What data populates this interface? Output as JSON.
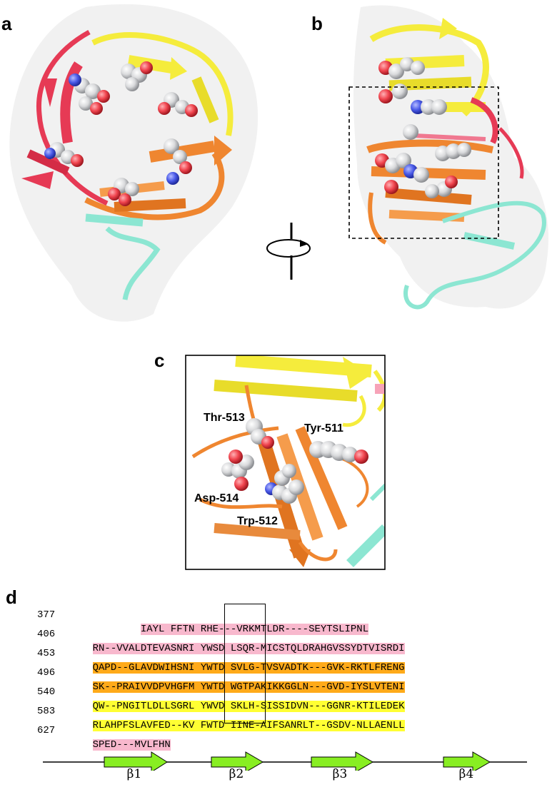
{
  "panels": {
    "a": "a",
    "b": "b",
    "c": "c",
    "d": "d"
  },
  "residue_labels": {
    "thr": "Thr-513",
    "tyr": "Tyr-511",
    "asp": "Asp-514",
    "trp": "Trp-512"
  },
  "colors": {
    "pink_blade": "#f8b8cd",
    "orange_blade": "#ffaa1a",
    "yellow_blade": "#ffff33",
    "red_ribbon": "#e63a55",
    "orange_ribbon": "#ef8630",
    "yellow_ribbon": "#f5ec3c",
    "cyan_ribbon": "#8ce6d2",
    "strand_arrow": "#88ee22",
    "oxygen": "#f0444e",
    "nitrogen": "#4a5ae8",
    "carbon": "#d9dadc"
  },
  "alignment": [
    {
      "num": "377",
      "pre": "        IAYL ",
      "motif": "FFTN",
      "post": " RHE---VRKMTLDR----SEYTSLIPNL",
      "color": "pink"
    },
    {
      "num": "406",
      "pre": "RN--VVALDTEVASNRI ",
      "motif": "YWSD",
      "post": " LSQR-MICSTQLDRAHGVSSYDTVISRDI",
      "color": "pink"
    },
    {
      "num": "453",
      "pre": "QAPD--GLAVDWIHSNI ",
      "motif": "YWTD",
      "post": " SVLG-TVSVADTK---GVK-RKTLFRENG",
      "color": "orange"
    },
    {
      "num": "496",
      "pre": "SK--PRAIVVDPVHGFM ",
      "motif": "YWTD",
      "post": " WGTPAKIKKGGLN---GVD-IYSLVTENI",
      "color": "orange"
    },
    {
      "num": "540",
      "pre": "QW--PNGITLDLLSGRL ",
      "motif": "YWVD",
      "post": " SKLH-SISSIDVN---GGNR-KTILEDEK",
      "color": "yellow"
    },
    {
      "num": "583",
      "pre": "RLAHPFSLAVFED--KV ",
      "motif": "FWTD",
      "post": " IINE-AIFSANRLT--GSDV-NLLAENLL",
      "color": "yellow"
    },
    {
      "num": "627",
      "pre": "SPED---MVLFHN",
      "motif": "",
      "post": "",
      "color": "pink"
    }
  ],
  "strands": [
    "β1",
    "β2",
    "β3",
    "β4"
  ]
}
